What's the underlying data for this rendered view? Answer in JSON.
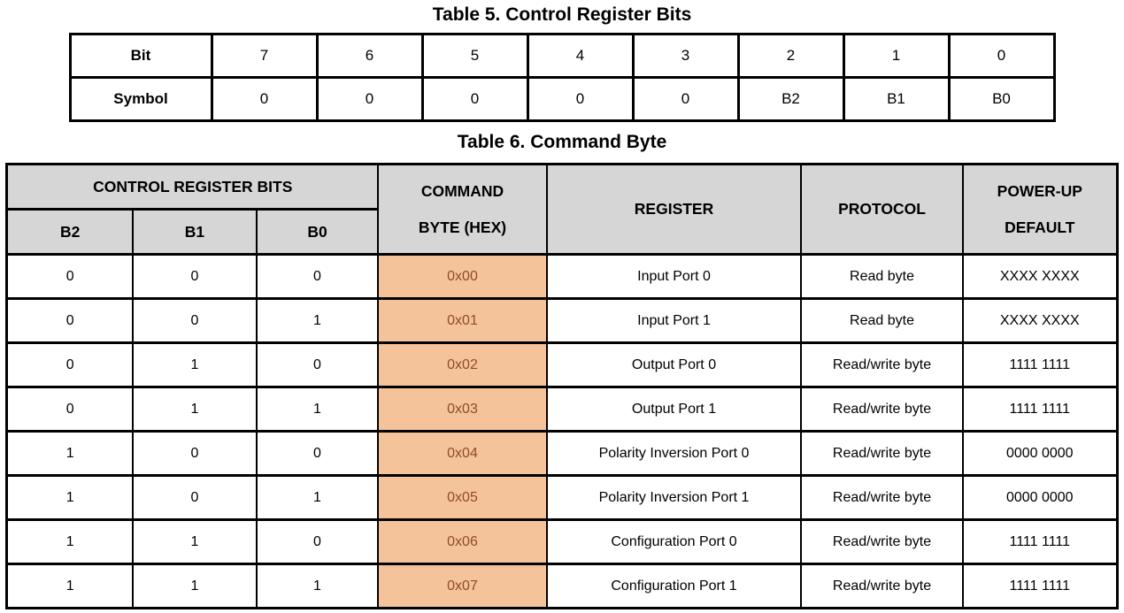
{
  "table5": {
    "title": "Table 5. Control Register Bits",
    "bit_label": "Bit",
    "symbol_label": "Symbol",
    "bits": [
      "7",
      "6",
      "5",
      "4",
      "3",
      "2",
      "1",
      "0"
    ],
    "symbols": [
      "0",
      "0",
      "0",
      "0",
      "0",
      "B2",
      "B1",
      "B0"
    ]
  },
  "table6": {
    "title": "Table 6. Command Byte",
    "headers": {
      "control_register_bits": "CONTROL REGISTER BITS",
      "b2": "B2",
      "b1": "B1",
      "b0": "B0",
      "command_byte_line1": "COMMAND",
      "command_byte_line2": "BYTE (HEX)",
      "register": "REGISTER",
      "protocol": "PROTOCOL",
      "power_up_line1": "POWER-UP",
      "power_up_line2": "DEFAULT"
    },
    "rows": [
      {
        "b2": "0",
        "b1": "0",
        "b0": "0",
        "command_byte": "0x00",
        "register": "Input Port 0",
        "protocol": "Read byte",
        "power_up_default": "XXXX XXXX"
      },
      {
        "b2": "0",
        "b1": "0",
        "b0": "1",
        "command_byte": "0x01",
        "register": "Input Port 1",
        "protocol": "Read byte",
        "power_up_default": "XXXX XXXX"
      },
      {
        "b2": "0",
        "b1": "1",
        "b0": "0",
        "command_byte": "0x02",
        "register": "Output Port 0",
        "protocol": "Read/write byte",
        "power_up_default": "1111 1111"
      },
      {
        "b2": "0",
        "b1": "1",
        "b0": "1",
        "command_byte": "0x03",
        "register": "Output Port 1",
        "protocol": "Read/write byte",
        "power_up_default": "1111 1111"
      },
      {
        "b2": "1",
        "b1": "0",
        "b0": "0",
        "command_byte": "0x04",
        "register": "Polarity Inversion Port 0",
        "protocol": "Read/write byte",
        "power_up_default": "0000 0000"
      },
      {
        "b2": "1",
        "b1": "0",
        "b0": "1",
        "command_byte": "0x05",
        "register": "Polarity Inversion Port 1",
        "protocol": "Read/write byte",
        "power_up_default": "0000 0000"
      },
      {
        "b2": "1",
        "b1": "1",
        "b0": "0",
        "command_byte": "0x06",
        "register": "Configuration Port 0",
        "protocol": "Read/write byte",
        "power_up_default": "1111 1111"
      },
      {
        "b2": "1",
        "b1": "1",
        "b0": "1",
        "command_byte": "0x07",
        "register": "Configuration Port 1",
        "protocol": "Read/write byte",
        "power_up_default": "1111 1111"
      }
    ],
    "colors": {
      "header_bg": "#d6d6d6",
      "highlight_bg": "#f5c39a",
      "highlight_text": "#8e4c27",
      "border": "#000000",
      "title": "#000000"
    }
  }
}
